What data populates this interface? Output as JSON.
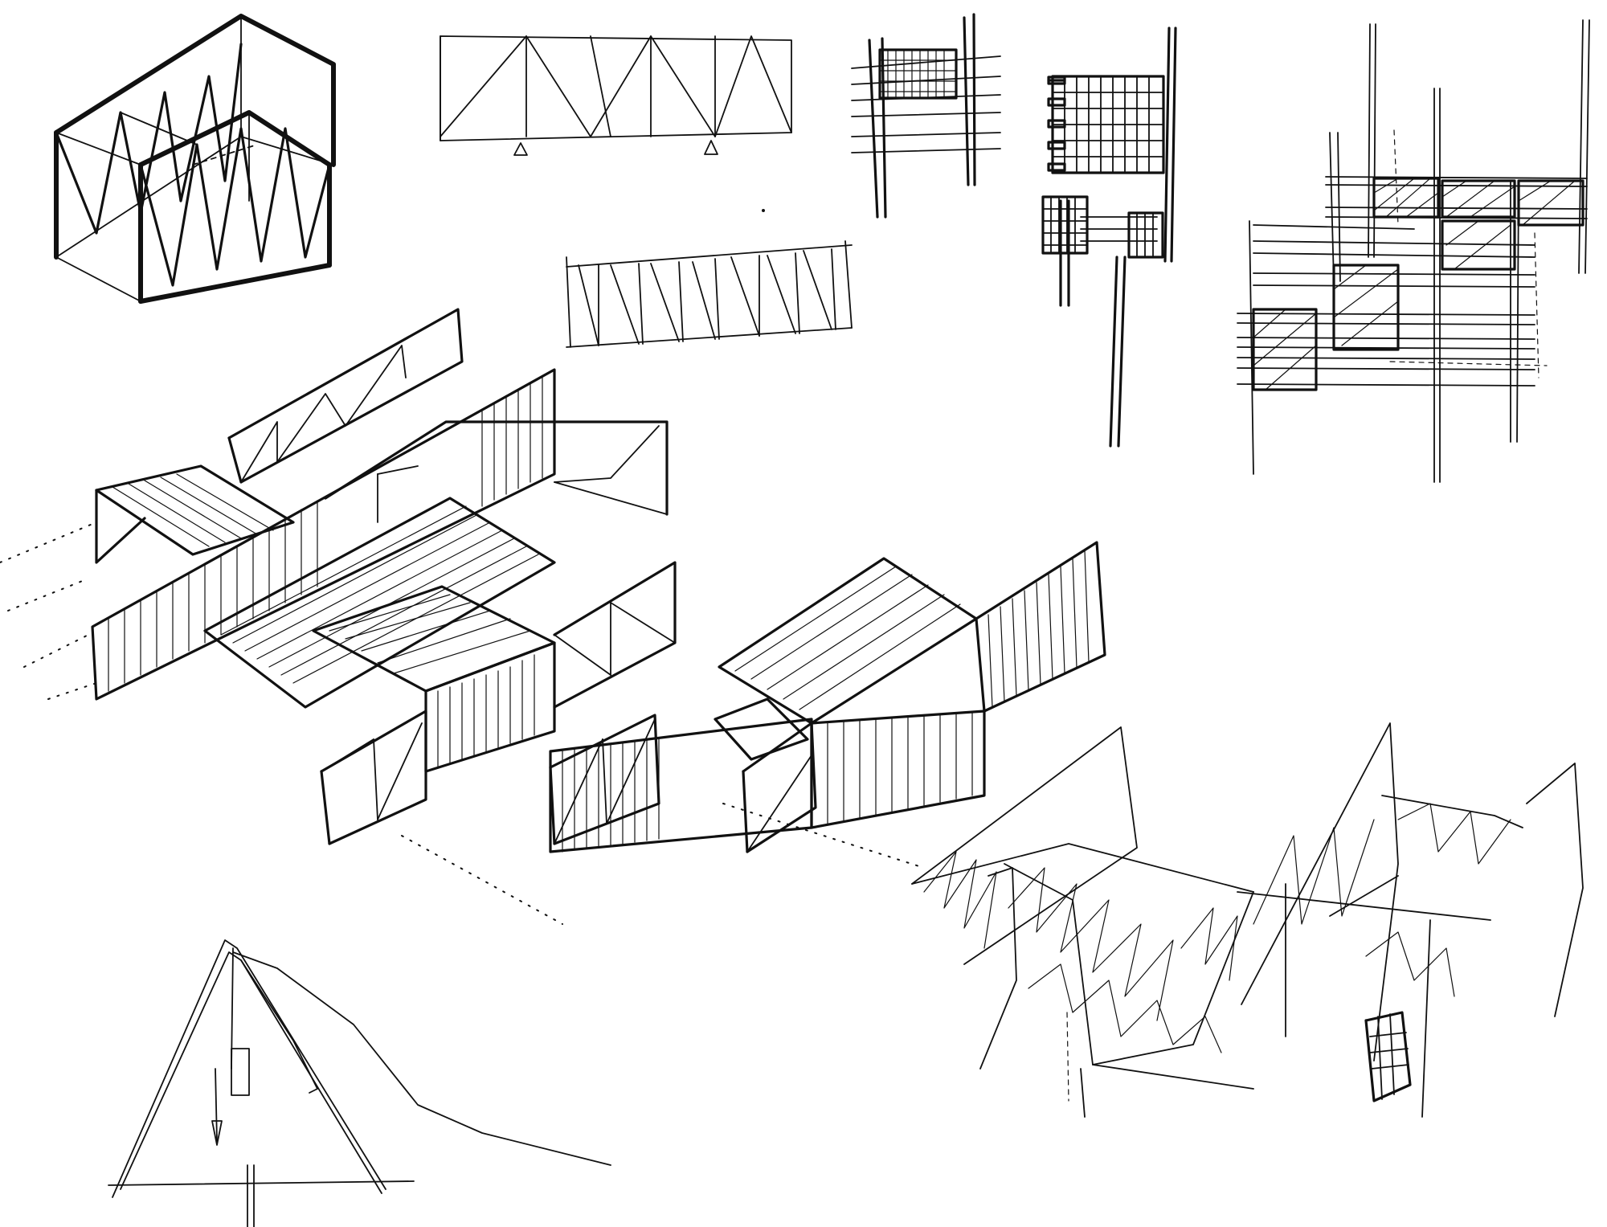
{
  "sheet": {
    "background": "#ffffff",
    "ink_color": "#111111",
    "paper_margin_marks": "dotted-guides-left"
  },
  "sketches": [
    {
      "id": "truss-box-isometric",
      "kind": "isometric truss frame"
    },
    {
      "id": "truss-elevation",
      "kind": "truss elevation with supports"
    },
    {
      "id": "truss-strip",
      "kind": "diagonal-braced strip"
    },
    {
      "id": "facade-plan-a",
      "kind": "louvered facade study"
    },
    {
      "id": "facade-plan-b",
      "kind": "louvered facade study with hatched panels"
    },
    {
      "id": "facade-plan-c",
      "kind": "layered facade grid study"
    },
    {
      "id": "bridge-cluster-isometric",
      "kind": "isometric truss bridges with hatched decks"
    },
    {
      "id": "bridge-pair-isometric",
      "kind": "isometric truss bridge with deck"
    },
    {
      "id": "tent-elevation",
      "kind": "triangular tent sketch"
    },
    {
      "id": "volume-perspective",
      "kind": "loose perspective of hatched volumes"
    }
  ]
}
